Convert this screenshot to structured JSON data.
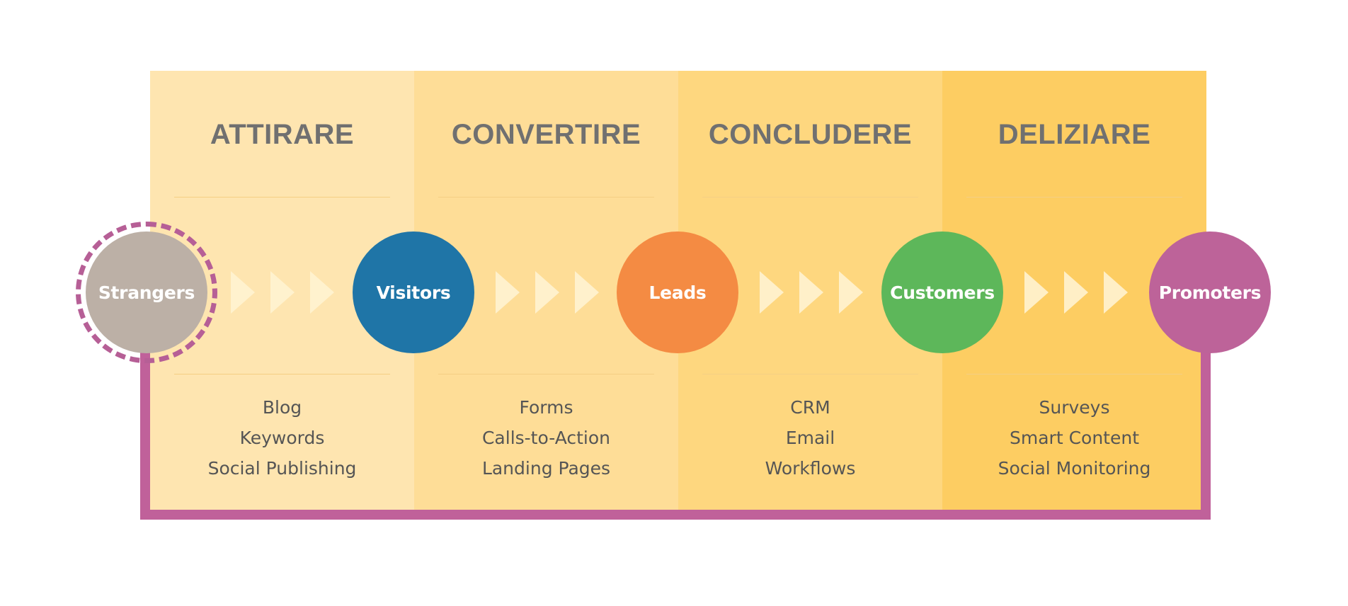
{
  "colors": {
    "column_fills": [
      "#fee5b0",
      "#fedd97",
      "#fed77f",
      "#fdcd62"
    ],
    "divider": "#f4cf84",
    "loop": "#c0619a",
    "ring": "#b65f96",
    "chevron": "#fff3d2"
  },
  "stages": [
    {
      "title": "ATTIRARE",
      "tools": [
        "Blog",
        "Keywords",
        "Social Publishing"
      ]
    },
    {
      "title": "CONVERTIRE",
      "tools": [
        "Forms",
        "Calls-to-Action",
        "Landing Pages"
      ]
    },
    {
      "title": "CONCLUDERE",
      "tools": [
        "CRM",
        "Email",
        "Workflows"
      ]
    },
    {
      "title": "DELIZIARE",
      "tools": [
        "Surveys",
        "Smart Content",
        "Social Monitoring"
      ]
    }
  ],
  "nodes": [
    {
      "label": "Strangers",
      "color": "#bcb0a6"
    },
    {
      "label": "Visitors",
      "color": "#1f75a7"
    },
    {
      "label": "Leads",
      "color": "#f48b43"
    },
    {
      "label": "Customers",
      "color": "#5db75a"
    },
    {
      "label": "Promoters",
      "color": "#bd6399"
    }
  ]
}
